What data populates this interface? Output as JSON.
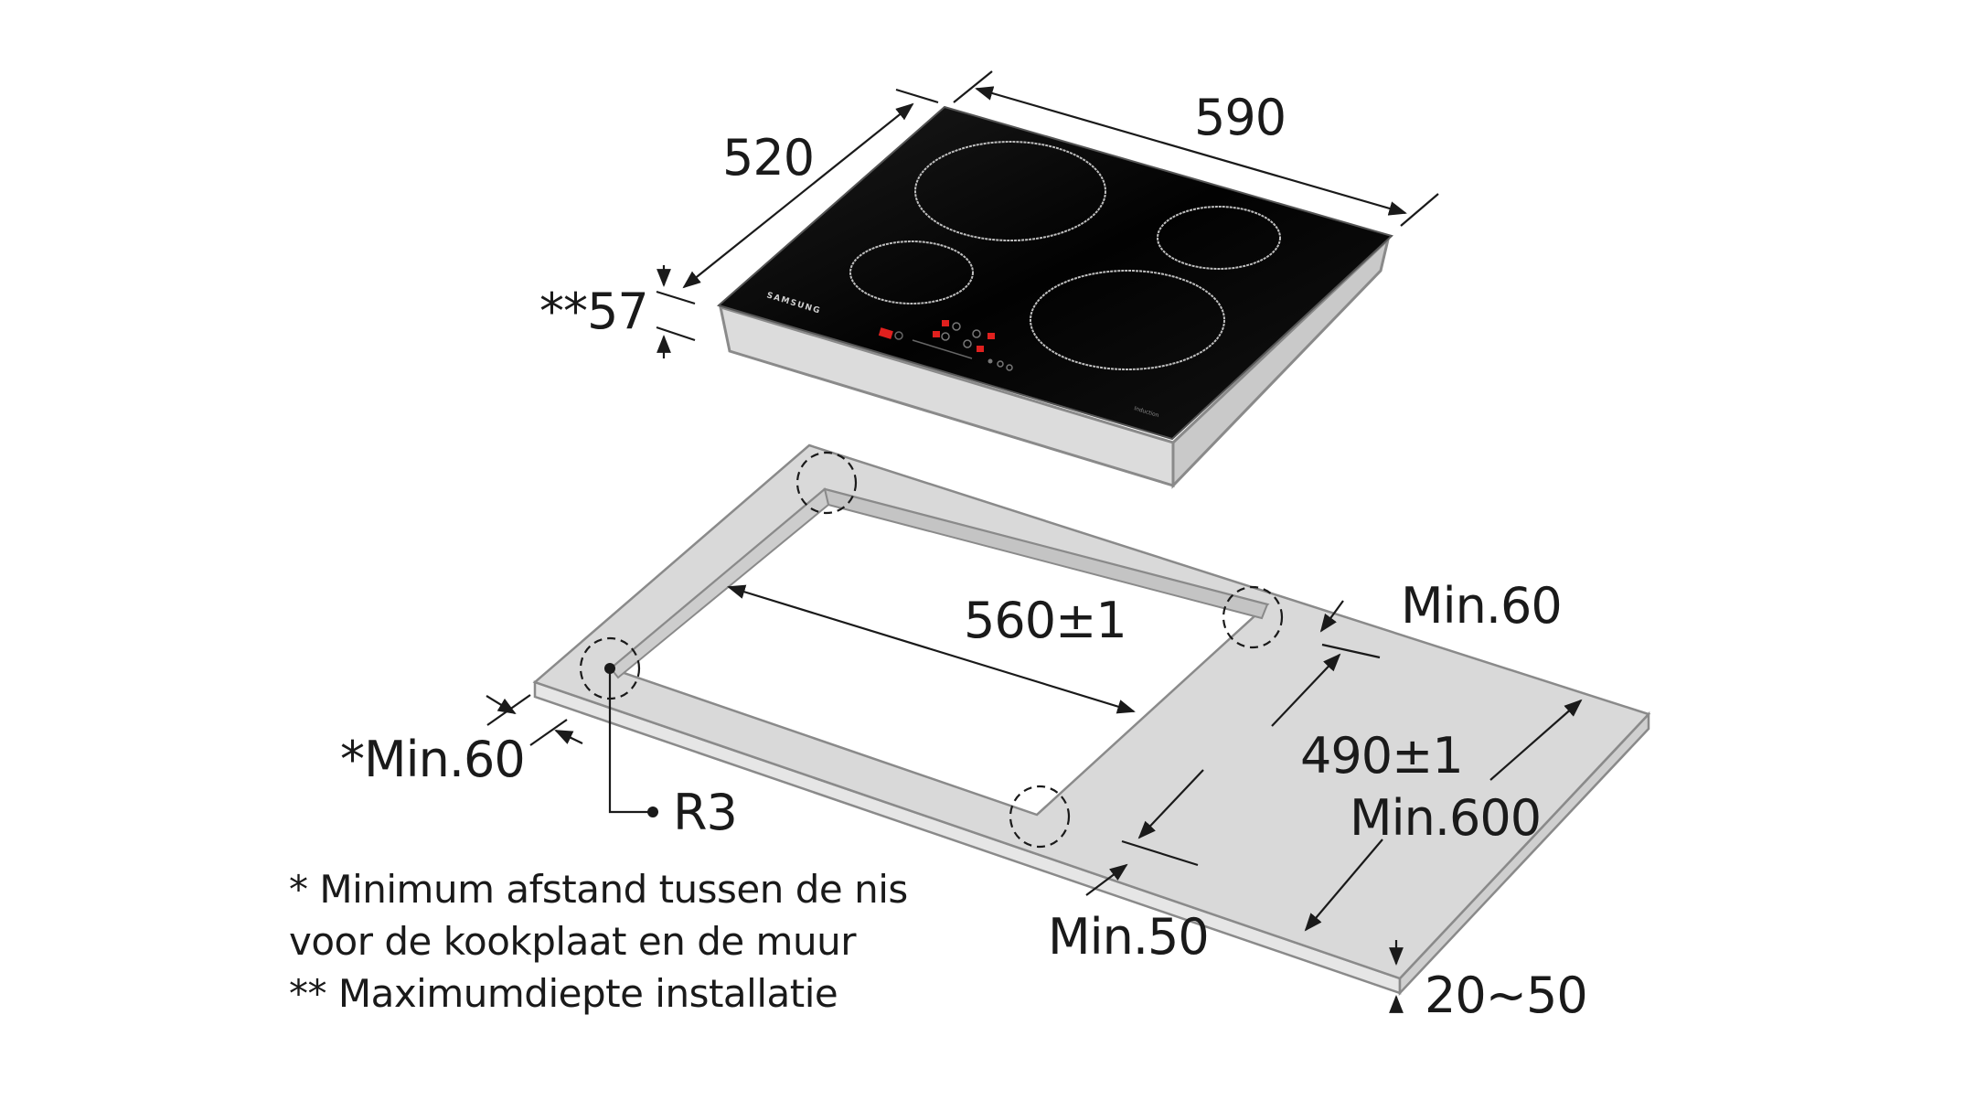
{
  "diagram": {
    "title": "Installation dimensions induction hob",
    "colors": {
      "hob_glass": "#050505",
      "hob_frame": "#d8d8d8",
      "countertop": "#d9d9d9",
      "line": "#1a1a1a",
      "control_red": "#e0201e",
      "zone_ring": "#bfbfbf"
    },
    "hob": {
      "brand": "SAMSUNG",
      "depth_label": "520",
      "width_label": "590",
      "height_label": "**57",
      "cooking_zones": 4
    },
    "cutout": {
      "width_label": "560±1",
      "depth_label": "490±1",
      "corner_radius_label": "R3"
    },
    "countertop": {
      "back_clearance_label": "Min.60",
      "side_clearance_label": "*Min.60",
      "front_clearance_label": "Min.50",
      "depth_label": "Min.600",
      "thickness_label": "20~50"
    },
    "footnotes": [
      "* Minimum afstand tussen de nis",
      "voor de kookplaat en de muur",
      "** Maximumdiepte installatie"
    ]
  }
}
